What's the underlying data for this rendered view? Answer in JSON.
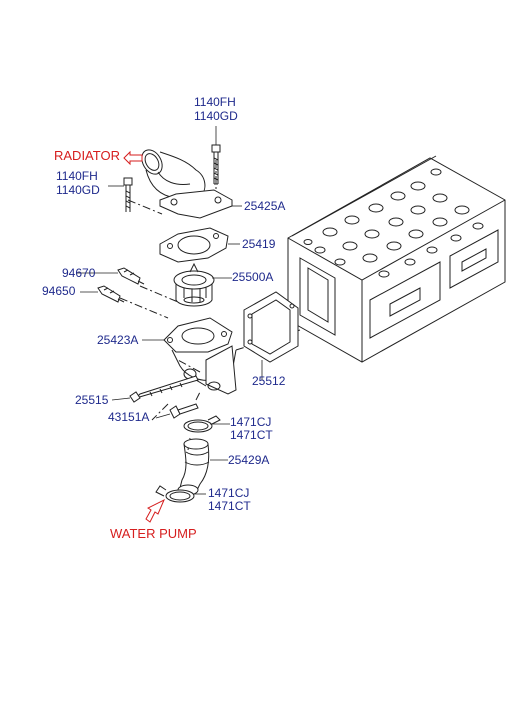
{
  "labels": {
    "radiator": "RADIATOR",
    "water_pump": "WATER PUMP",
    "p_1140fh_top": "1140FH",
    "p_1140gd_top": "1140GD",
    "p_1140fh_left": "1140FH",
    "p_1140gd_left": "1140GD",
    "p_25425a": "25425A",
    "p_25419": "25419",
    "p_94670": "94670",
    "p_25500a": "25500A",
    "p_94650": "94650",
    "p_25423a": "25423A",
    "p_25512": "25512",
    "p_25515": "25515",
    "p_43151a": "43151A",
    "p_1471cj_a": "1471CJ",
    "p_1471ct_a": "1471CT",
    "p_25429a": "25429A",
    "p_1471cj_b": "1471CJ",
    "p_1471ct_b": "1471CT"
  },
  "colors": {
    "label_blue": "#1f2a8c",
    "label_red": "#d61e1e",
    "line": "#222222"
  }
}
